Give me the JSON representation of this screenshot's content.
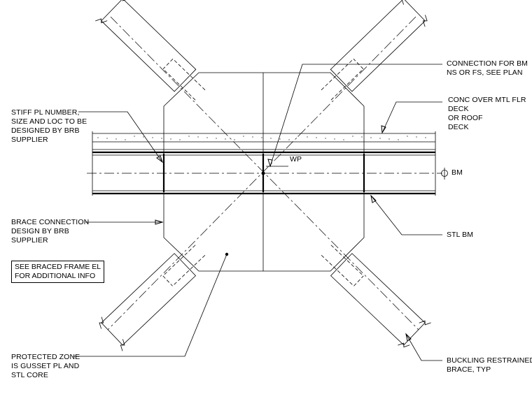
{
  "notes": {
    "connection_bm": [
      "CONNECTION FOR BM",
      "NS OR FS, SEE PLAN"
    ],
    "conc_deck": [
      "CONC OVER MTL FLR",
      "DECK",
      "OR ROOF",
      "DECK"
    ],
    "stiff_pl": [
      "STIFF PL NUMBER,",
      "SIZE AND LOC TO BE",
      "DESIGNED BY BRB",
      "SUPPLIER"
    ],
    "wp": "WP",
    "cl_bm": "BM",
    "brace_connection": [
      "BRACE CONNECTION",
      "DESIGN BY BRB",
      "SUPPLIER"
    ],
    "stl_bm": "STL BM",
    "see_braced_frame": [
      "SEE BRACED FRAME EL",
      "FOR ADDITIONAL INFO"
    ],
    "protected_zone": [
      "PROTECTED ZONE",
      "IS GUSSET PL AND",
      "STL CORE"
    ],
    "buckling_brace": [
      "BUCKLING RESTRAINED",
      "BRACE, TYP"
    ]
  }
}
